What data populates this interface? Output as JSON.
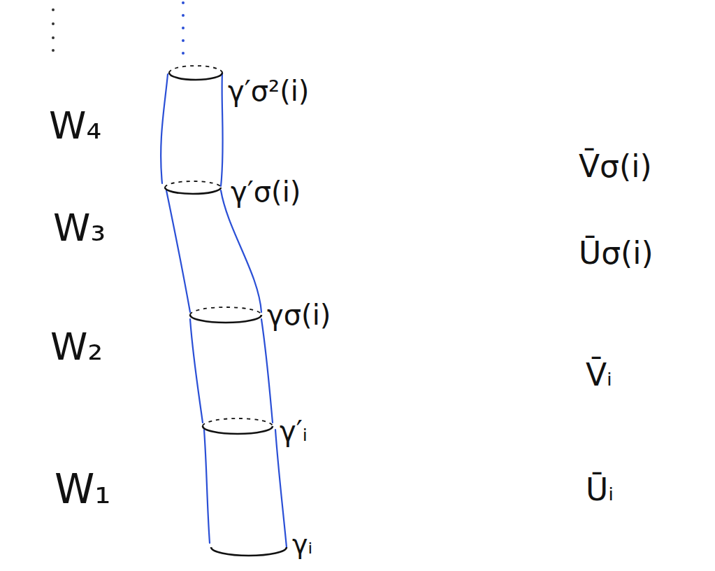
{
  "diagram": {
    "labels": [
      "γ′σ²(i)",
      "W₄",
      "γ′σ(i)",
      "V̄σ(i)",
      "Ūσ(i)",
      "W₃",
      "γσ(i)",
      "V̄ᵢ",
      "W₂",
      "γ′ᵢ",
      "W₁",
      "Ūᵢ",
      "γᵢ"
    ]
  }
}
